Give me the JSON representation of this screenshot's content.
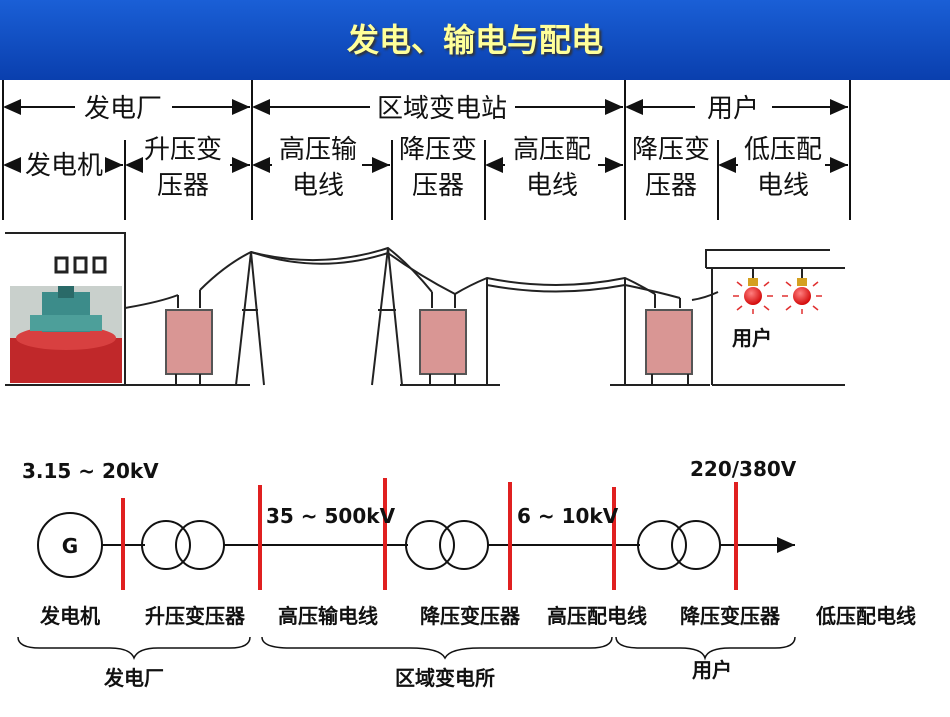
{
  "title": "发电、输电与配电",
  "header": {
    "groups": [
      "发电厂",
      "区域变电站",
      "用户"
    ],
    "stages": [
      [
        "发电机"
      ],
      [
        "升压变",
        "压器"
      ],
      [
        "高压输",
        "电线"
      ],
      [
        "降压变",
        "压器"
      ],
      [
        "高压配",
        "电线"
      ],
      [
        "降压变",
        "压器"
      ],
      [
        "低压配",
        "电线"
      ]
    ]
  },
  "pictorial": {
    "user_label": "用户"
  },
  "single_line": {
    "generator_symbol": "G",
    "voltages": {
      "generation": "3.15 ~ 20kV",
      "transmission": "35 ~ 500kV",
      "distribution": "6 ~ 10kV",
      "user": "220/380V"
    },
    "labels": [
      "发电机",
      "升压变压器",
      "高压输电线",
      "降压变压器",
      "高压配电线",
      "降压变压器",
      "低压配电线"
    ],
    "groups": [
      "发电厂",
      "区域变电所",
      "用户"
    ]
  },
  "colors": {
    "title_bg": "#0a3fae",
    "title_text": "#ffff9a",
    "transformer_fill": "#d99694",
    "breaker_red": "#e02020"
  }
}
